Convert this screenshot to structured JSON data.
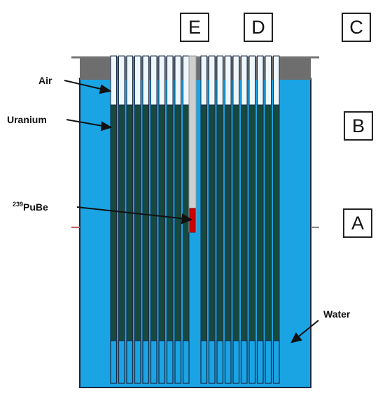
{
  "labels": {
    "region_a": "A",
    "region_b": "B",
    "region_c": "C",
    "region_d": "D",
    "region_e": "E",
    "air": "Air",
    "uranium": "Uranium",
    "source_mass": "239",
    "source_name": "PuBe",
    "water": "Water"
  },
  "colors": {
    "water": "#1aa4e4",
    "uranium_rod": "#17493f",
    "air_gap": "#eef7fc",
    "lid": "#6e6e6e",
    "source": "#d40000",
    "guide_tube": "#cfcfcf",
    "outline": "#1a2a44"
  },
  "fuel_rods": {
    "left_group_count": 10,
    "right_group_count": 10
  }
}
